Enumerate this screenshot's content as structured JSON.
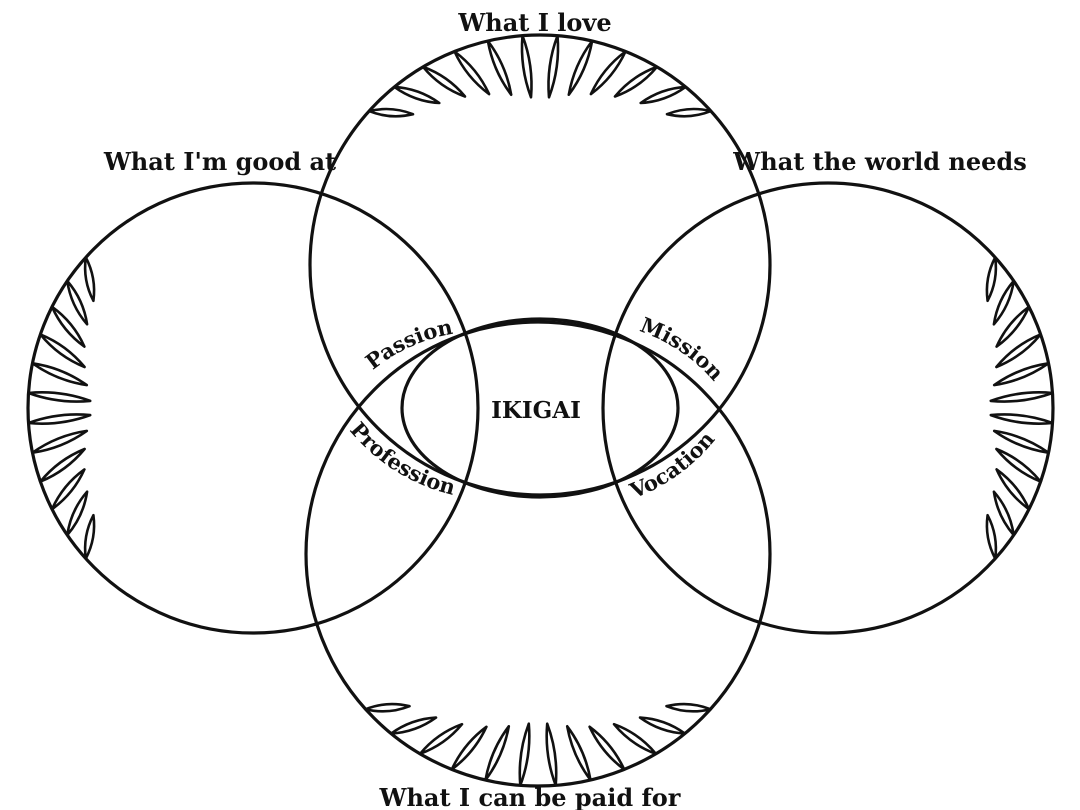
{
  "diagram": {
    "circles": {
      "love": "What I love",
      "good_at": "What I'm good at",
      "world_needs": "What the world needs",
      "paid_for": "What I can be paid for"
    },
    "intersections": {
      "passion": "Passion",
      "mission": "Mission",
      "profession": "Profession",
      "vocation": "Vocation"
    },
    "center": "IKIGAI"
  },
  "colors": {
    "stroke": "#111111",
    "background": "#ffffff"
  }
}
